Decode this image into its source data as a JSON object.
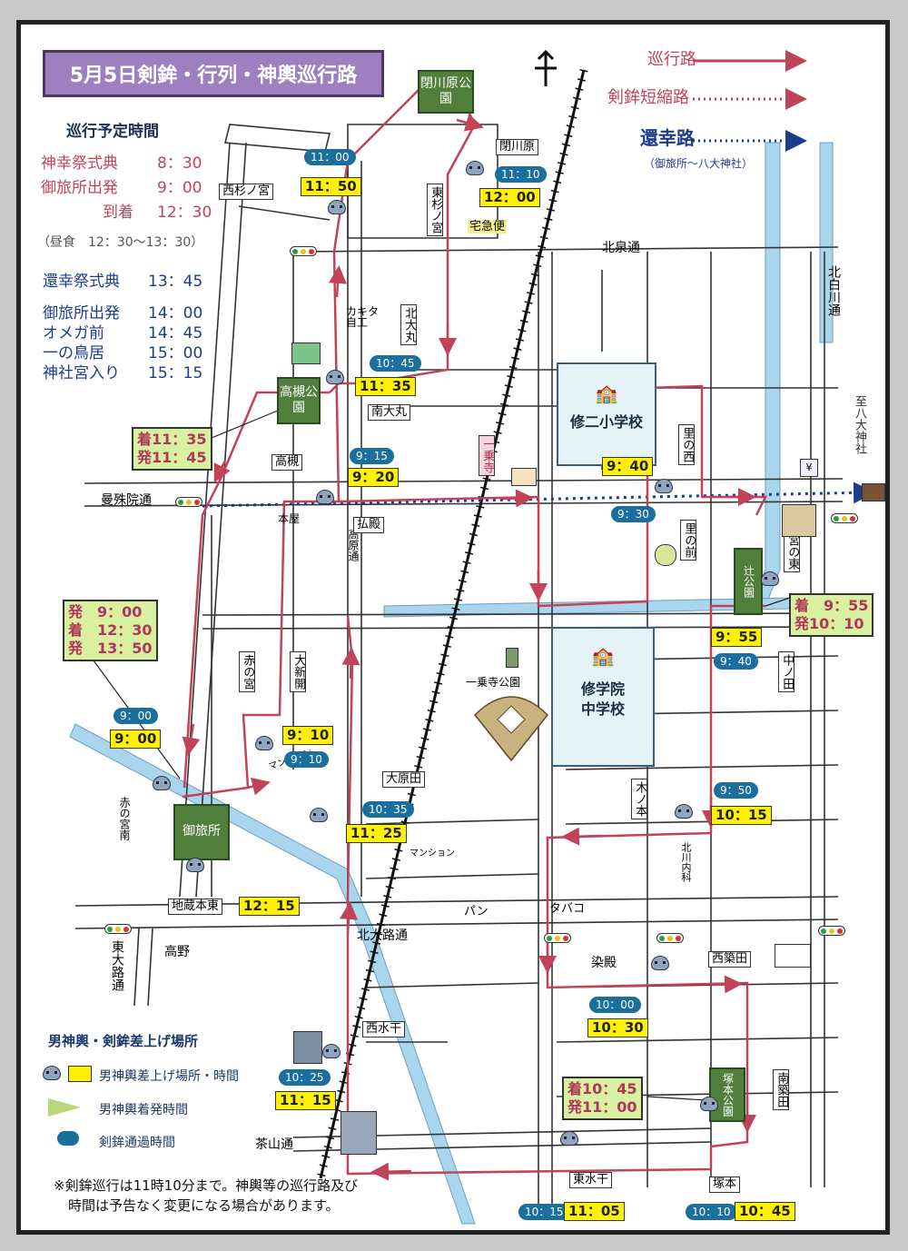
{
  "title": "5月5日剣鉾・行列・神輿巡行路",
  "legend_top": {
    "route": "巡行路",
    "short_route": "剣鉾短縮路",
    "return_route": "還幸路",
    "return_sub": "（御旅所～八大神社）"
  },
  "schedule": {
    "heading": "巡行予定時間",
    "rows": [
      {
        "label": "神幸祭式典",
        "time": "8：30"
      },
      {
        "label": "御旅所出発",
        "time": "9：00"
      },
      {
        "label": "到着",
        "time": "12：30"
      }
    ],
    "lunch": "（昼食　12：30～13：30）",
    "rows2": [
      {
        "label": "還幸祭式典",
        "time": "13：45"
      },
      {
        "label": "御旅所出発",
        "time": "14：00"
      },
      {
        "label": "オメガ前",
        "time": "14：45"
      },
      {
        "label": "一の鳥居",
        "time": "15：00"
      },
      {
        "label": "神社宮入り",
        "time": "15：15"
      }
    ]
  },
  "roads": {
    "kitaizumi": "北泉通",
    "kitashirakawa": "北白川通",
    "manshuin": "曼殊院通",
    "kitaoji": "北大路通",
    "higashioji": "東大路通",
    "chayama": "茶山通",
    "takahara": "高原通",
    "to_yasaka": "至八大神社"
  },
  "parks": {
    "heisenbara": "閉川原公園",
    "takatsuki": "高槻公園",
    "otabisho": "御旅所",
    "tsuji": "辻公園",
    "tsukamoto": "塚本公園",
    "ichijoji_park": "一乗寺公園"
  },
  "schools": {
    "shuji": "修二小学校",
    "shugakuin": "修学院中学校"
  },
  "places": {
    "heisenbara": "閉川原",
    "nishisuginomiya": "西杉ノ宮",
    "higashisuginomiya": "東杉ノ宮",
    "takkyubin": "宅急便",
    "kakita": "カキタ自工",
    "kitaomaru": "北大丸",
    "minamiomaru": "南大丸",
    "takatsuki": "高槻",
    "haraidono": "払殿",
    "honya": "本屋",
    "ichijoji_station": "一乗寺",
    "satonomae": "里の前",
    "satonishi": "里の西",
    "miyanohigashi": "宮の東",
    "nakanota": "中ノ田",
    "akanomiya": "赤の宮",
    "oshinkai": "大新開",
    "akanomiyaminami": "赤の宮南",
    "ooharada": "大原田",
    "kinomoto": "木ノ本",
    "kitagawa_naika": "北川内科",
    "jizomotohigashi": "地蔵本東",
    "takano": "高野",
    "somedono": "染殿",
    "nishitsukida": "西築田",
    "nishimizuhoshi": "西水干",
    "minamitsukida": "南築田",
    "higashimizuhoshi": "東水干",
    "tsukamoto": "塚本",
    "mansion1": "マンション",
    "mansion2": "マンション",
    "pan": "パン",
    "tabako": "タバコ"
  },
  "yellow_times": {
    "t1150": "11：50",
    "t1200": "12：00",
    "t1135": "11：35",
    "t920": "9：20",
    "t940": "9：40",
    "t955": "9：55",
    "t900": "9：00",
    "t910": "9：10",
    "t1125": "11：25",
    "t1015": "10：15",
    "t1215": "12：15",
    "t1030": "10：30",
    "t1115": "11：15",
    "t1105": "11：05",
    "t1045": "10：45"
  },
  "blue_times": {
    "b1100": "11：00",
    "b1110": "11：10",
    "b1045": "10：45",
    "b915": "9：15",
    "b930": "9：30",
    "b940": "9：40",
    "b900": "9：00",
    "b910": "9：10",
    "b1035": "10：35",
    "b950": "9：50",
    "b1000": "10：00",
    "b1025": "10：25",
    "b1015": "10：15",
    "b1010": "10：10"
  },
  "green_boxes": {
    "takatsuki": [
      "着11：35",
      "発11：45"
    ],
    "otabisho": [
      "発　9：00",
      "着　12：30",
      "発　13：50"
    ],
    "tsuji": [
      "着　9：55",
      "発10：10"
    ],
    "tsukamoto": [
      "着10：45",
      "発11：00"
    ]
  },
  "legend_bottom": {
    "heading": "男神輿・剣鉾差上げ場所",
    "item1": "男神輿差上げ場所・時間",
    "item2": "男神輿着発時間",
    "item3": "剣鉾通過時間"
  },
  "note": [
    "※剣鉾巡行は11時10分まで。神輿等の巡行路及び",
    "時間は予告なく変更になる場合があります。"
  ],
  "colors": {
    "route": "#c0435a",
    "return": "#1e3c8c",
    "yellow": "#fff200",
    "pill": "#1a6f9c",
    "park": "#4f7f3a",
    "river": "#a9d6ec"
  }
}
